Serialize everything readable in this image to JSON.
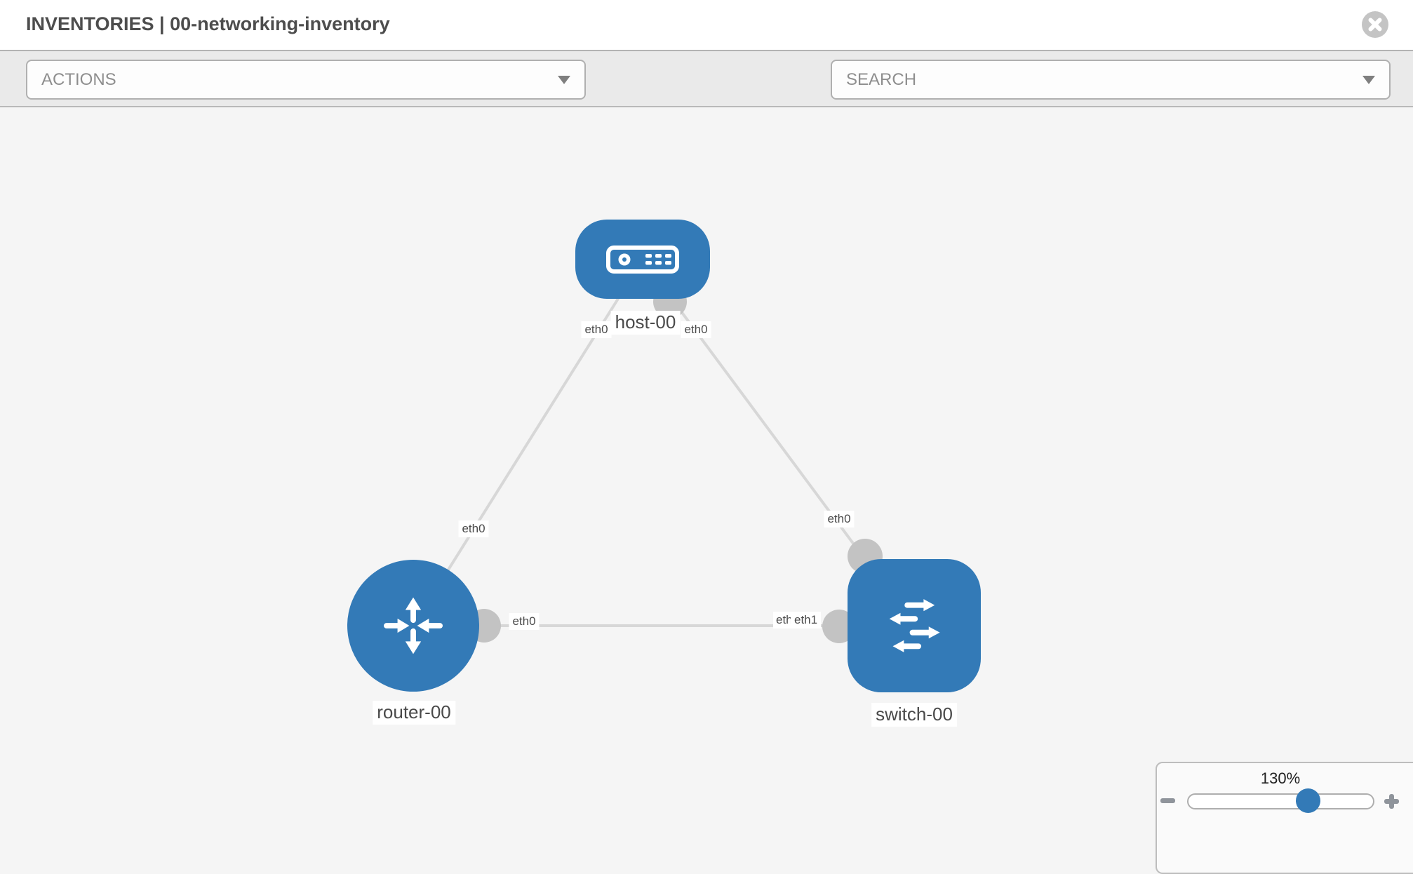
{
  "header": {
    "title": "INVENTORIES | 00-networking-inventory"
  },
  "toolbar": {
    "actions_label": "ACTIONS",
    "search_label": "SEARCH",
    "icons": [
      "wrench-icon",
      "key-icon"
    ]
  },
  "topology": {
    "nodes": {
      "host": {
        "label": "host-00",
        "type": "host"
      },
      "router": {
        "label": "router-00",
        "type": "router"
      },
      "switch": {
        "label": "switch-00",
        "type": "switch"
      }
    },
    "links": [
      {
        "from": "host-00",
        "to": "router-00"
      },
      {
        "from": "host-00",
        "to": "switch-00"
      },
      {
        "from": "router-00",
        "to": "switch-00"
      }
    ],
    "interfaces": {
      "host_to_router": "eth0",
      "host_to_switch": "eth0",
      "router_to_host": "eth0",
      "router_to_switch": "eth0",
      "switch_to_host": "eth0",
      "switch_to_router": "eth1",
      "switch_to_router_overlapped": "eth0"
    }
  },
  "zoom": {
    "level": "130%"
  },
  "colors": {
    "node_blue": "#337ab7",
    "link_gray": "#d7d7d7",
    "interface_dot_gray": "#c3c3c3",
    "toolbar_bg": "#eaeaea",
    "canvas_bg": "#f5f5f5",
    "icon_gray": "#7b828b"
  }
}
